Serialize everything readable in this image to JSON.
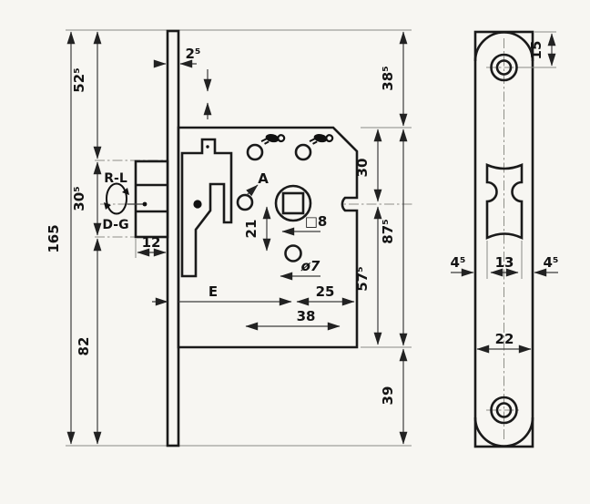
{
  "drawing": {
    "title": "mortise-lock-dimension-drawing",
    "labels": {
      "handing_top": "R-L",
      "handing_bottom": "D-G",
      "point_a": "A",
      "backset": "E"
    },
    "dims": {
      "total_height": "165",
      "top_to_latch_axis": "52⁵",
      "latch_height": "30⁵",
      "latch_to_bottom": "82",
      "faceplate_thickness": "2⁵",
      "latch_protrusion": "12",
      "top_to_case": "38⁵",
      "case_top_to_axis": "30",
      "case_height": "87⁵",
      "axis_to_case_bottom": "57⁵",
      "case_bottom_to_end": "39",
      "follower_to_cylinder": "21",
      "square_spindle": "□8",
      "cylinder_hole": "ø7",
      "axis_to_case_edge": "25",
      "hole_span": "38",
      "plate_top_to_screw": "15",
      "plate_margin_left": "4⁵",
      "cutout_width": "13",
      "plate_margin_right": "4⁵",
      "plate_width": "22"
    }
  }
}
